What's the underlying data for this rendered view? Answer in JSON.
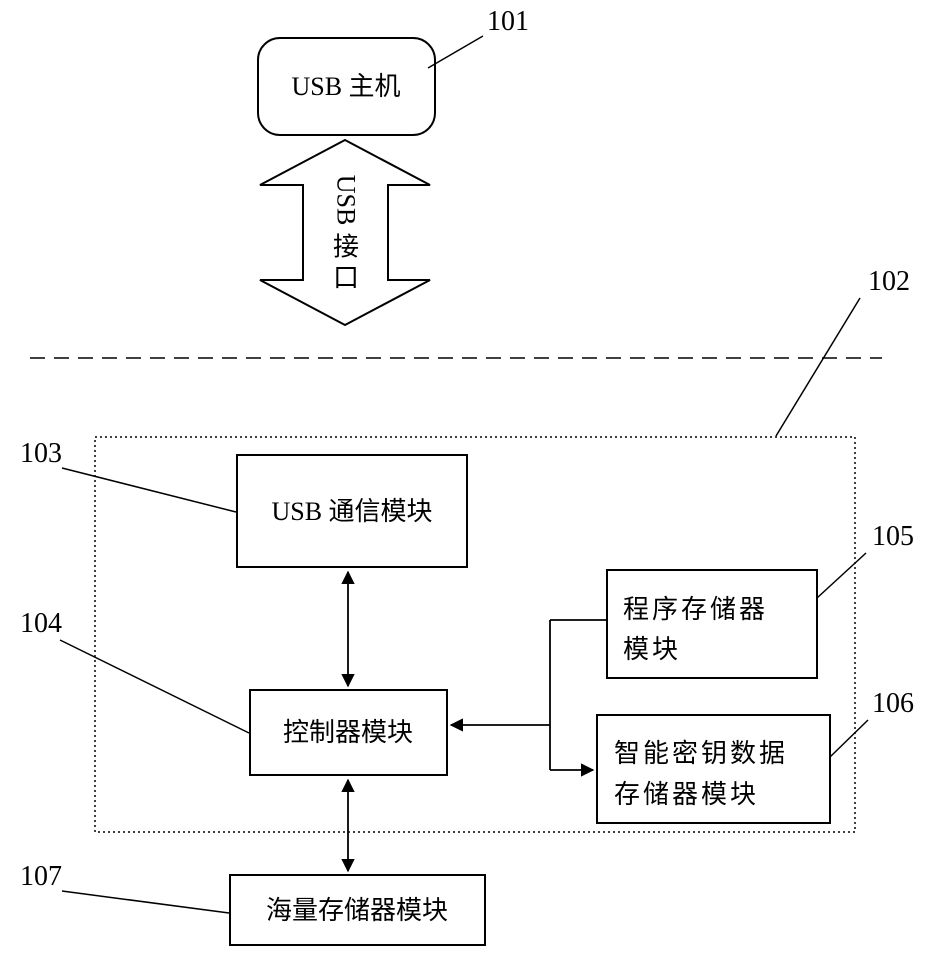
{
  "diagram": {
    "type": "block-diagram",
    "description": "USB smart-key mass-storage device architecture figure",
    "colors": {
      "line": "#000000",
      "background": "#ffffff"
    },
    "nodes": {
      "usb_host": {
        "id": "101",
        "label": "USB 主机"
      },
      "device_boundary": {
        "id": "102"
      },
      "usb_comm": {
        "id": "103",
        "label": "USB 通信模块"
      },
      "controller": {
        "id": "104",
        "label": "控制器模块"
      },
      "program_memory": {
        "id": "105",
        "line1": "程序存储器",
        "line2": "模块"
      },
      "key_memory": {
        "id": "106",
        "line1": "智能密钥数据",
        "line2": "存储器模块"
      },
      "mass_storage": {
        "id": "107",
        "label": "海量存储器模块"
      }
    },
    "usb_interface_arrow": {
      "latin": "USB",
      "char1": "接",
      "char2": "口"
    }
  }
}
